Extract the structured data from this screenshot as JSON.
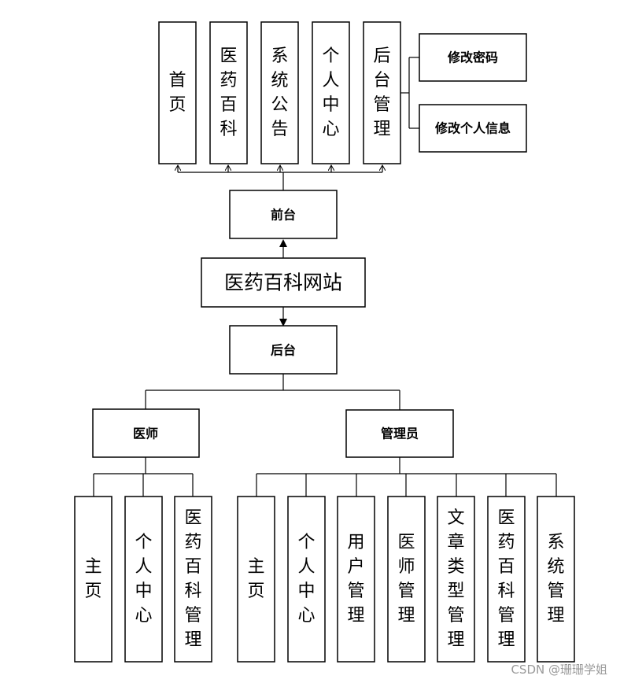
{
  "root": {
    "label": "医药百科网站"
  },
  "frontend": {
    "label": "前台",
    "items": [
      "首页",
      "医药百科",
      "系统公告",
      "个人中心",
      "后台管理"
    ],
    "sub_items": [
      "修改密码",
      "修改个人信息"
    ]
  },
  "backend": {
    "label": "后台",
    "doctor": {
      "label": "医师",
      "items": [
        "主页",
        "个人中心",
        "医药百科管理"
      ]
    },
    "admin": {
      "label": "管理员",
      "items": [
        "主页",
        "个人中心",
        "用户管理",
        "医师管理",
        "文章类型管理",
        "医药百科管理",
        "系统管理"
      ]
    }
  },
  "watermark": "CSDN @珊珊学姐"
}
